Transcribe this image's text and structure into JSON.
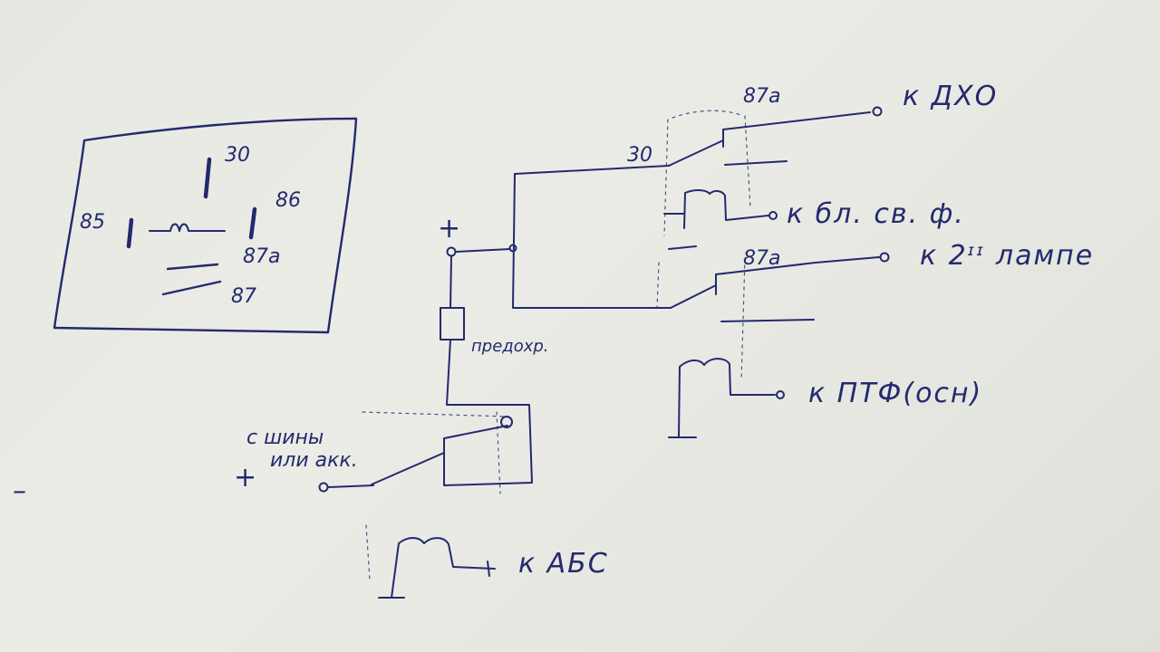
{
  "pinout": {
    "pin_30": "30",
    "pin_85": "85",
    "pin_86": "86",
    "pin_87a": "87a",
    "pin_87": "87"
  },
  "circuit": {
    "plus": "+",
    "minus": "–",
    "relay1": {
      "pin_30": "30",
      "pin_87a": "87a",
      "out_1": "к ДХО",
      "out_2": "к бл. св. ф."
    },
    "relay2": {
      "pin_87a": "87a",
      "out_1": "к 2ᶦᶦ лампе",
      "out_2": "к ПТФ(осн)"
    },
    "fuse": "предохр.",
    "supply_1": "с шины",
    "supply_2": "или акк.",
    "supply_sign": "+",
    "abs": "к АБС"
  }
}
